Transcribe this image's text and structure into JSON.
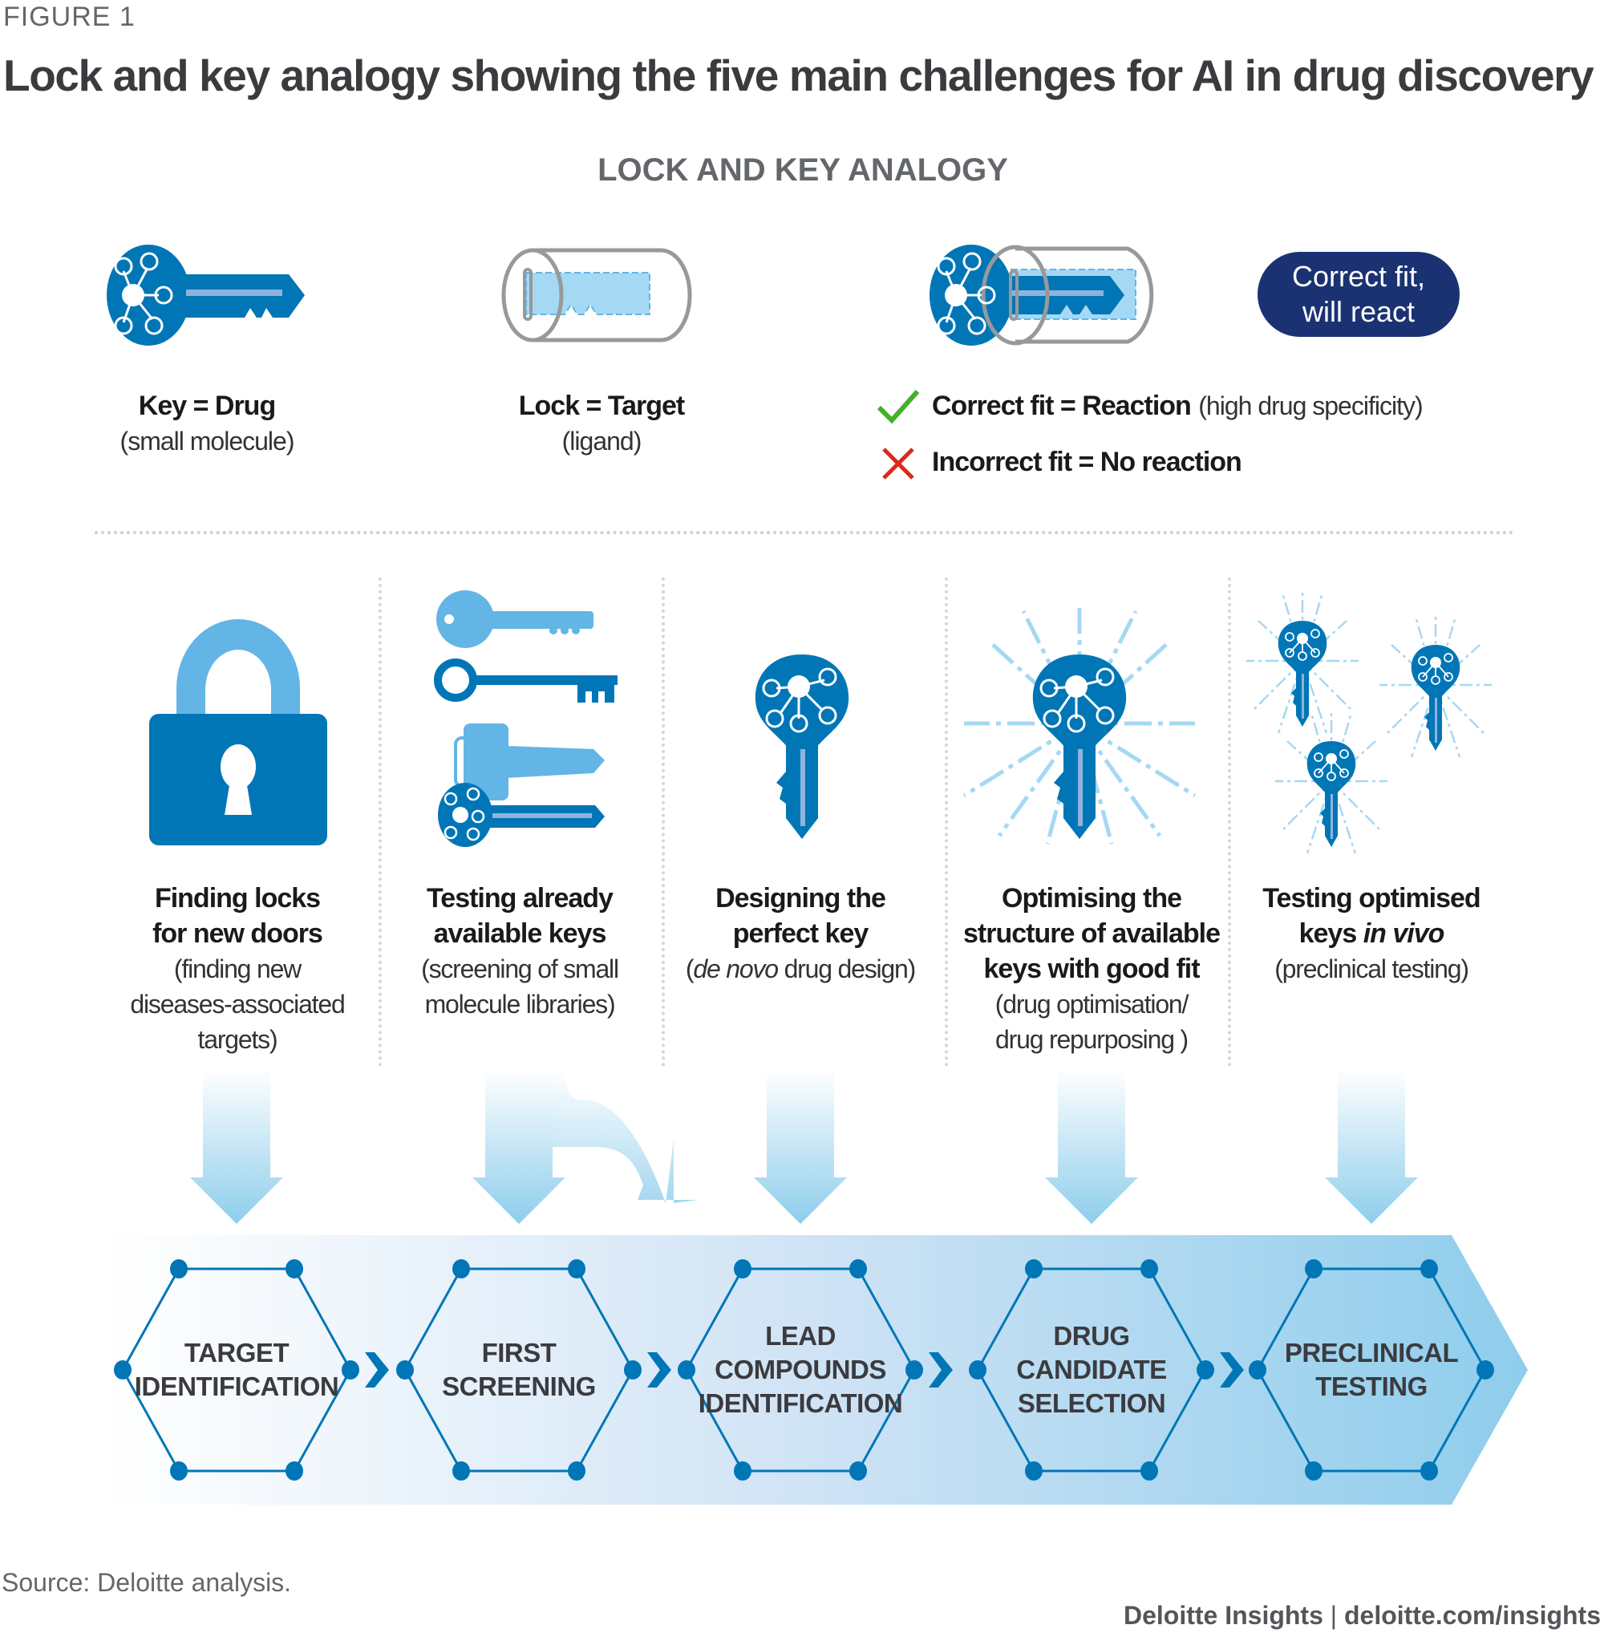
{
  "figure": {
    "label": "FIGURE 1",
    "title": "Lock and key analogy showing the five main challenges for AI in drug discovery"
  },
  "analogy": {
    "section_title": "LOCK AND KEY ANALOGY",
    "key_label": "Key = Drug",
    "key_sub": "(small molecule)",
    "lock_label": "Lock = Target",
    "lock_sub": "(ligand)",
    "correct_fit_label": "Correct fit = Reaction",
    "correct_fit_sub": "(high drug specificity)",
    "incorrect_fit_label": "Incorrect fit = No reaction",
    "pill_line1": "Correct fit,",
    "pill_line2": "will react",
    "icons": [
      "molecule-key-icon",
      "lock-cylinder-icon",
      "key-in-lock-icon",
      "check-icon",
      "cross-icon"
    ]
  },
  "challenges": [
    {
      "heading_lines": [
        "Finding locks",
        "for new doors"
      ],
      "sub_lines": [
        "(finding new",
        "diseases-associated",
        "targets)"
      ],
      "icon": "padlock-icon"
    },
    {
      "heading_lines": [
        "Testing already",
        "available keys"
      ],
      "sub_lines": [
        "(screening of small",
        "molecule libraries)"
      ],
      "icon": "multiple-keys-icon"
    },
    {
      "heading_lines": [
        "Designing the",
        "perfect key"
      ],
      "sub_pre_italic": "(",
      "sub_italic": "de novo",
      "sub_post_italic": " drug design)",
      "icon": "molecule-key-icon"
    },
    {
      "heading_lines": [
        "Optimising the",
        "structure of available",
        "keys with good fit"
      ],
      "sub_lines": [
        "(drug optimisation/",
        "drug repurposing )"
      ],
      "icon": "glowing-key-icon"
    },
    {
      "heading_line1": "Testing optimised",
      "heading_line2_pre": "keys ",
      "heading_line2_italic": "in vivo",
      "sub_lines": [
        "(preclinical testing)"
      ],
      "icon": "three-glowing-keys-icon"
    }
  ],
  "stages": [
    {
      "lines": [
        "TARGET",
        "IDENTIFICATION"
      ]
    },
    {
      "lines": [
        "FIRST",
        "SCREENING"
      ]
    },
    {
      "lines": [
        "LEAD",
        "COMPOUNDS",
        "IDENTIFICATION"
      ]
    },
    {
      "lines": [
        "DRUG",
        "CANDIDATE",
        "SELECTION"
      ]
    },
    {
      "lines": [
        "PRECLINICAL",
        "TESTING"
      ]
    }
  ],
  "colors": {
    "primary_blue": "#0076b6",
    "light_blue": "#62b5e5",
    "pale_blue": "#a5d8f3",
    "navy": "#1b3272",
    "check_green": "#43b02a",
    "cross_red": "#da291c",
    "gray_outline": "#97999b"
  },
  "source": "Source: Deloitte analysis.",
  "footer": {
    "brand": "Deloitte Insights",
    "separator": " | ",
    "url": "deloitte.com/insights"
  }
}
